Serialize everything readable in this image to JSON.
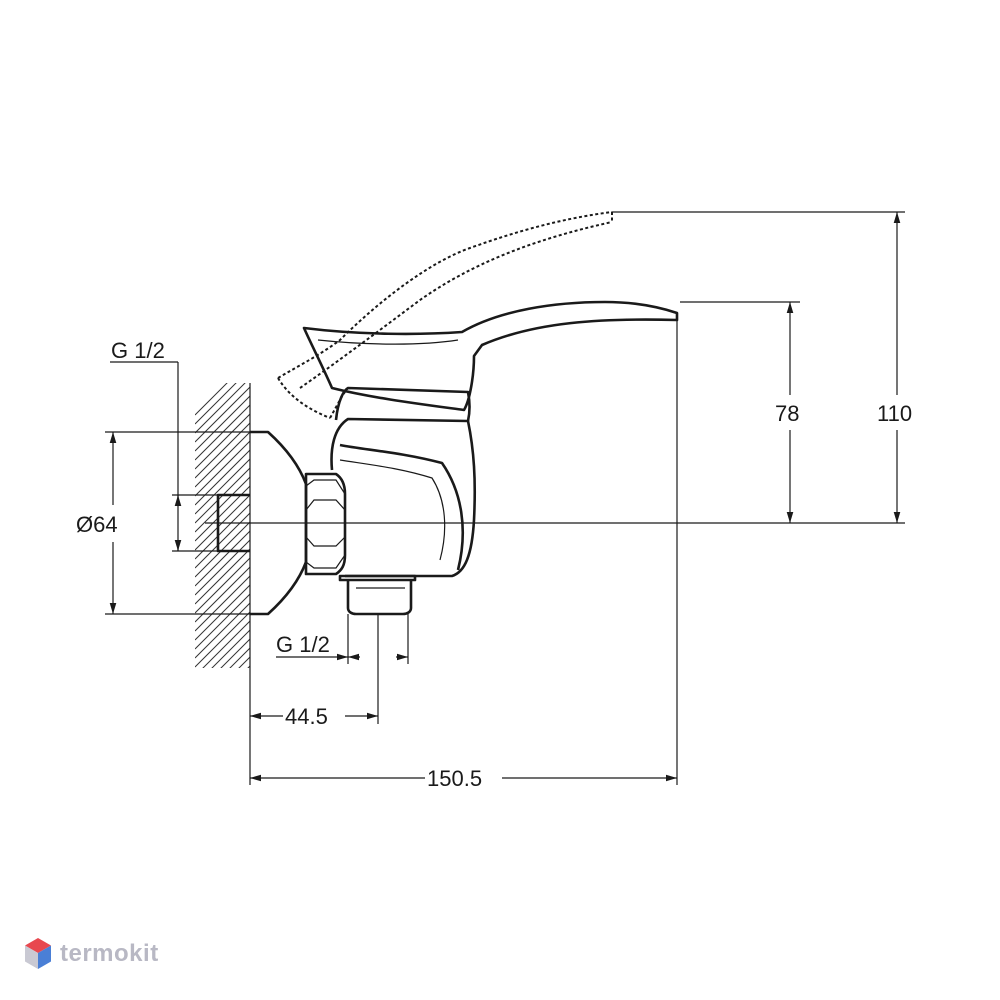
{
  "dimensions": {
    "thread_top": "G 1/2",
    "diameter": "Ø64",
    "thread_bottom": "G 1/2",
    "offset": "44.5",
    "length": "150.5",
    "height_spout": "78",
    "height_total": "110"
  },
  "brand": {
    "name": "termokit",
    "logo_colors": [
      "#e8484f",
      "#4a7fd6",
      "#c9c9d3"
    ]
  }
}
